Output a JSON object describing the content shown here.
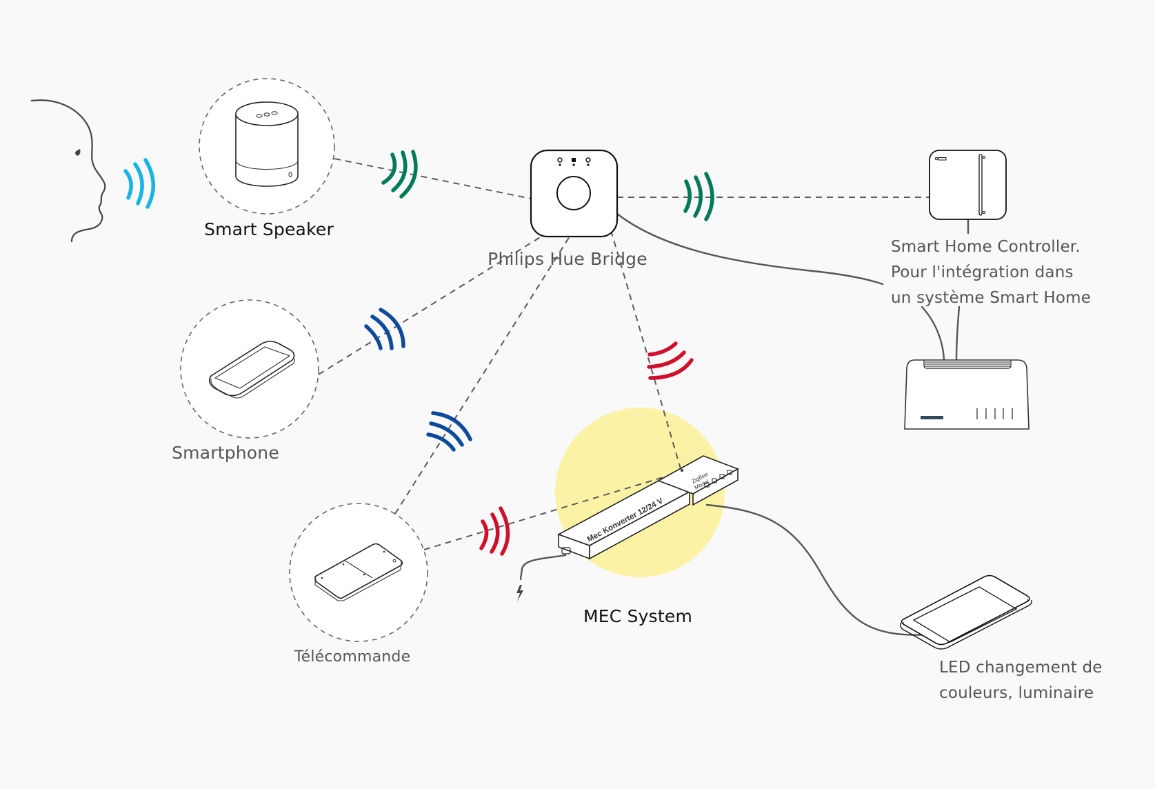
{
  "title": "Smart home integration diagram (MEC System with Philips Hue Bridge)",
  "colors": {
    "background": "#f9f9f9",
    "voice_wave": "#1ab3e6",
    "wifi_wave": "#007a5a",
    "bluetooth_wave": "#0b4a9c",
    "zigbee_wave": "#d0102a",
    "mec_glow": "#fbf2a6"
  },
  "nodes": {
    "person": {
      "icon": "speaking-face-icon"
    },
    "smart_speaker": {
      "label": "Smart Speaker",
      "icon": "smart-speaker-icon"
    },
    "hue_bridge": {
      "label": "Philips Hue Bridge",
      "icon": "hue-bridge-icon"
    },
    "controller": {
      "icon": "smart-home-controller-icon",
      "label_lines": [
        "Smart Home Controller.",
        "Pour l'intégration dans",
        "un système Smart Home"
      ]
    },
    "router": {
      "icon": "router-icon"
    },
    "smartphone": {
      "label": "Smartphone",
      "icon": "smartphone-icon"
    },
    "remote": {
      "label": "Télécommande",
      "icon": "remote-control-icon"
    },
    "mec": {
      "label": "MEC System",
      "icon": "mec-converter-icon",
      "converter_text": "Mec Konverter 12/24 V",
      "module_text_1": "ZigBee",
      "module_text_2": "Modul"
    },
    "led": {
      "icon": "led-panel-icon",
      "label_lines": [
        "LED changement de",
        "couleurs, luminaire"
      ]
    }
  },
  "connections": [
    {
      "from": "person",
      "to": "smart_speaker",
      "signal": "voice"
    },
    {
      "from": "smart_speaker",
      "to": "hue_bridge",
      "signal": "wifi"
    },
    {
      "from": "hue_bridge",
      "to": "controller",
      "signal": "wifi"
    },
    {
      "from": "hue_bridge",
      "to": "router",
      "signal": "cable"
    },
    {
      "from": "controller",
      "to": "router",
      "signal": "cable"
    },
    {
      "from": "smartphone",
      "to": "hue_bridge",
      "signal": "bluetooth"
    },
    {
      "from": "remote",
      "to": "hue_bridge",
      "signal": "bluetooth"
    },
    {
      "from": "remote",
      "to": "mec",
      "signal": "zigbee"
    },
    {
      "from": "hue_bridge",
      "to": "mec",
      "signal": "zigbee"
    },
    {
      "from": "mec",
      "to": "led",
      "signal": "cable"
    }
  ]
}
